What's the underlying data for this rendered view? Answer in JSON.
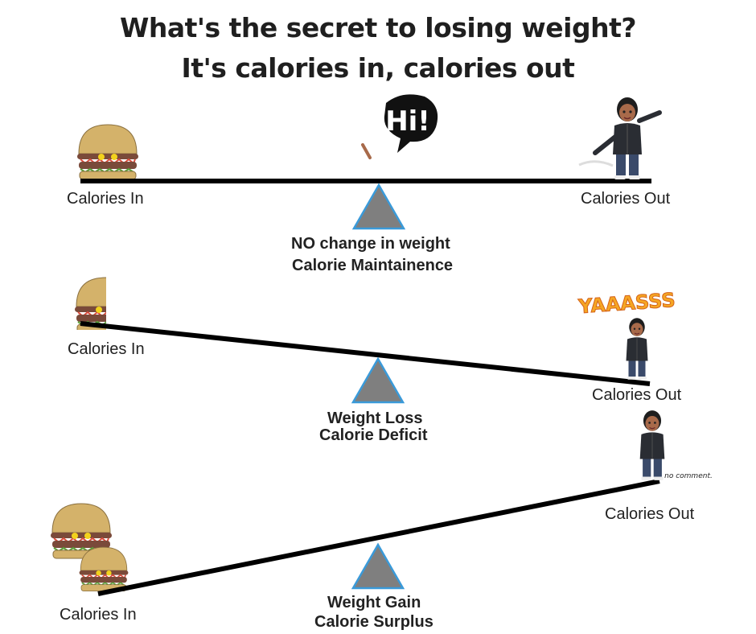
{
  "title": {
    "line1": "What's the secret to losing weight?",
    "line2": "It's calories in, calories out"
  },
  "scales": [
    {
      "in_label": "Calories In",
      "out_label": "Calories Out",
      "caption_line1": "NO change in weight",
      "caption_line2": "Calorie Maintainence",
      "speech": "Hi!"
    },
    {
      "in_label": "Calories In",
      "out_label": "Calories Out",
      "caption_line1": "Weight Loss",
      "caption_line2": "Calorie Deficit",
      "speech": "YAAASSS"
    },
    {
      "in_label": "Calories In",
      "out_label": "Calories Out",
      "caption_line1": "Weight Gain",
      "caption_line2": "Calorie Surplus",
      "speech": "no comment."
    }
  ],
  "colors": {
    "beam": "#000000",
    "fulcrum_fill": "#7f7f7f",
    "fulcrum_stroke": "#3a9ad9",
    "bun": "#d4b26a",
    "patty": "#7a4a3a",
    "cheese": "#f2d21c",
    "lettuce": "#d94a3a"
  },
  "icons": [
    "hamburger-icon",
    "person-avatar-icon",
    "speech-bubble-icon",
    "fulcrum-triangle-icon"
  ]
}
